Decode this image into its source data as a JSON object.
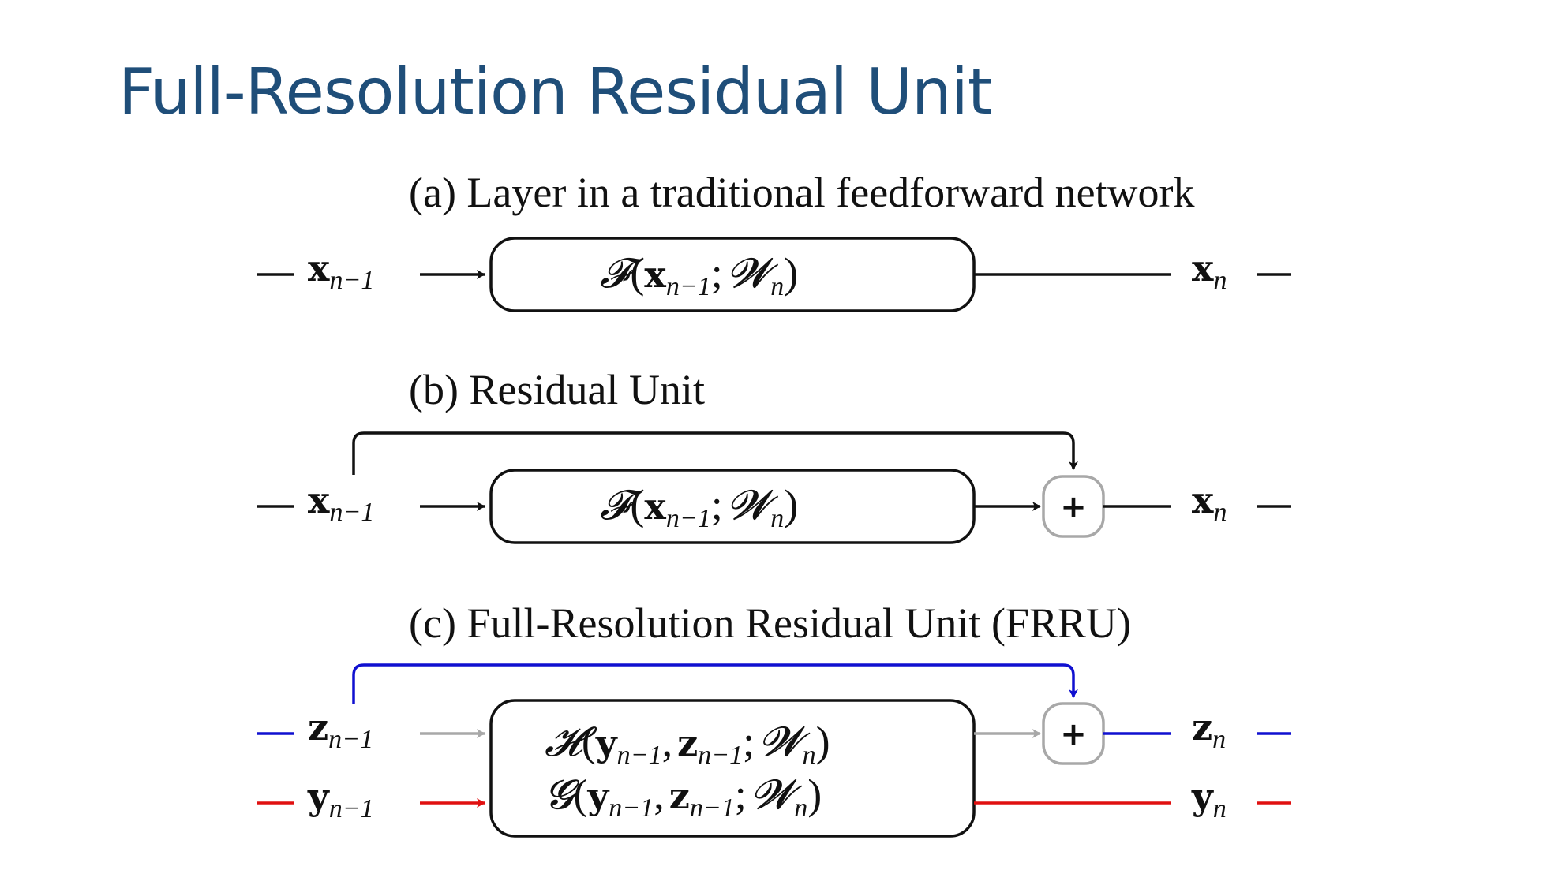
{
  "slide": {
    "title": "Full-Resolution Residual Unit"
  },
  "diagram": {
    "colors": {
      "line": "#111111",
      "z_stream": "#1010d0",
      "y_stream": "#e01010",
      "gray_arrow": "#a8a8a8",
      "title": "#1f4e79"
    },
    "a": {
      "caption": "(a) Layer in a traditional feedforward network",
      "input": {
        "main": "x",
        "sub": "n−1"
      },
      "block": {
        "fn": "𝓕",
        "open": "(",
        "var": "x",
        "varsub": "n−1",
        "sep": ";",
        "w": "𝓦",
        "wsub": "n",
        "close": ")"
      },
      "output": {
        "main": "x",
        "sub": "n"
      }
    },
    "b": {
      "caption": "(b) Residual Unit",
      "input": {
        "main": "x",
        "sub": "n−1"
      },
      "block": {
        "fn": "𝓕",
        "open": "(",
        "var": "x",
        "varsub": "n−1",
        "sep": ";",
        "w": "𝓦",
        "wsub": "n",
        "close": ")"
      },
      "plus": "+",
      "output": {
        "main": "x",
        "sub": "n"
      }
    },
    "c": {
      "caption": "(c) Full-Resolution Residual Unit (FRRU)",
      "input_z": {
        "main": "z",
        "sub": "n−1"
      },
      "input_y": {
        "main": "y",
        "sub": "n−1"
      },
      "block_h": {
        "fn": "𝓗",
        "open": "(",
        "v1": "y",
        "v1sub": "n−1",
        "comma": ",",
        "v2": "z",
        "v2sub": "n−1",
        "sep": ";",
        "w": "𝓦",
        "wsub": "n",
        "close": ")"
      },
      "block_g": {
        "fn": "𝓖",
        "open": "(",
        "v1": "y",
        "v1sub": "n−1",
        "comma": ",",
        "v2": "z",
        "v2sub": "n−1",
        "sep": ";",
        "w": "𝓦",
        "wsub": "n",
        "close": ")"
      },
      "plus": "+",
      "output_z": {
        "main": "z",
        "sub": "n"
      },
      "output_y": {
        "main": "y",
        "sub": "n"
      }
    }
  }
}
